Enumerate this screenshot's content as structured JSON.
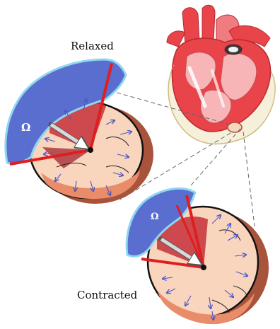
{
  "labels": {
    "relaxed": "Relaxed",
    "contracted": "Contracted",
    "omega_relaxed": "Ω",
    "omega_contracted": "Ω"
  },
  "colors": {
    "heart_red": "#e8444a",
    "heart_pink": "#f7b5b8",
    "disc_face": "#f8d5bc",
    "disc_edge": "#a8543d",
    "disc_bottom": "#e98c6a",
    "cap_blue": "#5a6ed0",
    "cap_outline": "#8fd6f0",
    "vector_arrow": "#4a57c8",
    "red_line": "#e01e1e",
    "grey_arrow": "#bfbfbf"
  }
}
